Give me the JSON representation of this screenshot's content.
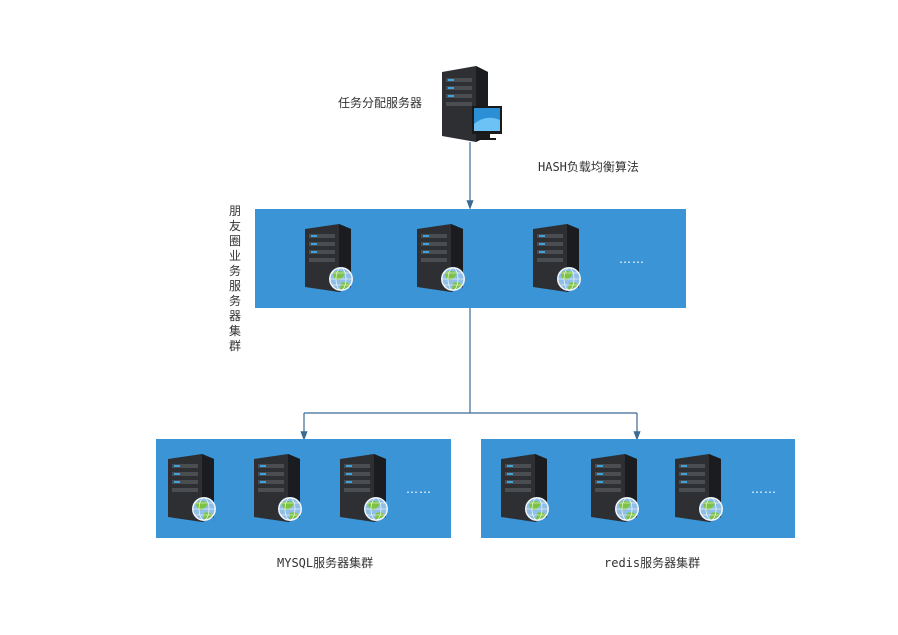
{
  "title_server": {
    "label": "任务分配服务器"
  },
  "algorithm": {
    "label": "HASH负载均衡算法"
  },
  "moments_cluster": {
    "label": "朋友圈业务服务器集群",
    "servers": [
      "server",
      "server",
      "server"
    ],
    "more": "……"
  },
  "mysql_cluster": {
    "label": "MYSQL服务器集群",
    "servers": [
      "server",
      "server",
      "server"
    ],
    "more": "……"
  },
  "redis_cluster": {
    "label": "redis服务器集群",
    "servers": [
      "server",
      "server",
      "server"
    ],
    "more": "……"
  },
  "colors": {
    "cluster_bg": "#3a94d6",
    "connector": "#3b6b93",
    "server_body": "#2d2f33"
  },
  "icons": {
    "dispatcher": "server-with-monitor-icon",
    "cluster_node": "server-globe-icon"
  }
}
